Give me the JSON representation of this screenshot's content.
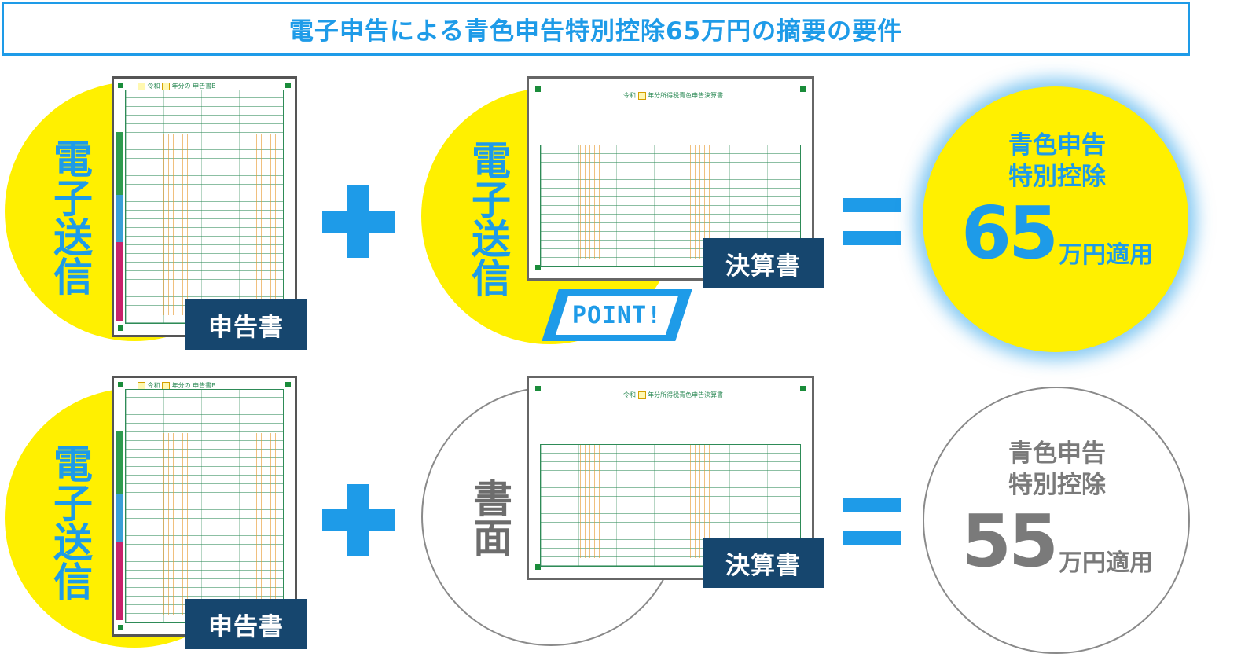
{
  "title": "電子申告による青色申告特別控除65万円の摘要の要件",
  "row1": {
    "left_method": "電子送信",
    "left_doc_label": "申告書",
    "right_method": "電子送信",
    "right_doc_label": "決算書",
    "point_label": "POINT!",
    "result_line1": "青色申告",
    "result_line2": "特別控除",
    "result_amount": "65",
    "result_unit": "万円適用"
  },
  "row2": {
    "left_method": "電子送信",
    "left_doc_label": "申告書",
    "right_method": "書面",
    "right_doc_label": "決算書",
    "result_line1": "青色申告",
    "result_line2": "特別控除",
    "result_amount": "55",
    "result_unit": "万円適用"
  },
  "colors": {
    "accent_blue": "#1e9be8",
    "highlight_yellow": "#fff000",
    "label_navy": "#16466e",
    "muted_gray": "#7a7a7a"
  },
  "icons": {
    "plus": "plus-icon",
    "equals": "equals-icon"
  }
}
